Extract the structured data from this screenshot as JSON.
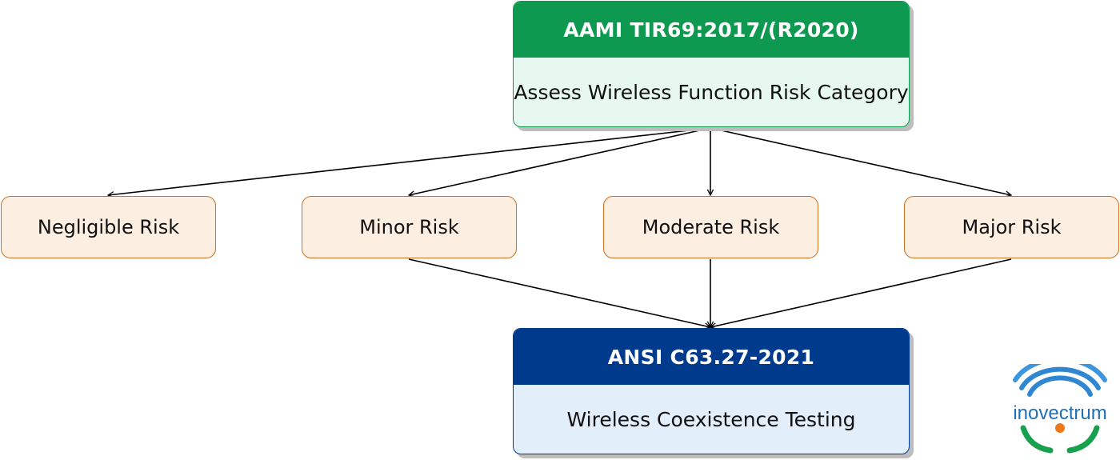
{
  "top": {
    "title": "AAMI TIR69:2017/(R2020)",
    "subtitle": "Assess Wireless Function Risk Category",
    "color": "#0d9a50"
  },
  "risks": [
    {
      "label": "Negligible Risk"
    },
    {
      "label": "Minor Risk"
    },
    {
      "label": "Moderate Risk"
    },
    {
      "label": "Major Risk"
    }
  ],
  "bottom": {
    "title": "ANSI C63.27-2021",
    "subtitle": "Wireless Coexistence Testing",
    "color": "#003a8c"
  },
  "logo": {
    "text": "inovectrum",
    "icon": "wifi-arcs-logo"
  }
}
